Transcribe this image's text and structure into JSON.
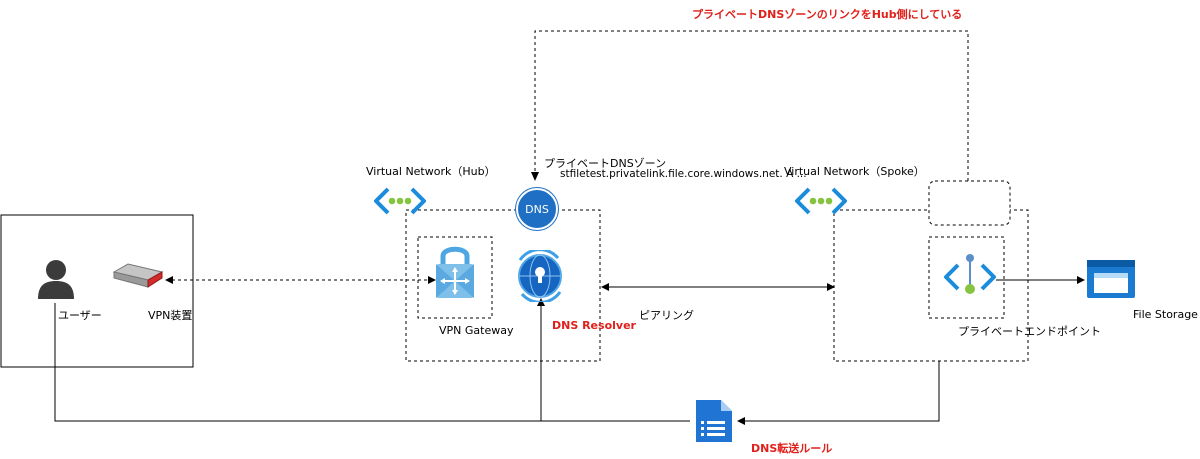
{
  "notes": {
    "top_annotation": "プライベートDNSゾーンのリンクをHub側にしている",
    "dns_resolver": "DNS Resolver",
    "forwarding_rule": "DNS転送ルール"
  },
  "labels": {
    "vnet_hub": "Virtual Network（Hub）",
    "vnet_spoke": "Virtual Network（Spoke）",
    "private_dns_zone_title": "プライベートDNSゾーン",
    "private_dns_zone_record": "stfiletest.privatelink.file.core.windows.net. A ...",
    "dns_badge": "DNS",
    "user": "ユーザー",
    "vpn_device": "VPN装置",
    "vpn_gateway": "VPN Gateway",
    "peering": "ピアリング",
    "private_endpoint": "プライベートエンドポイント",
    "file_storage": "File Storage"
  },
  "colors": {
    "annotation_red": "#e0201b",
    "azure_blue": "#0078d4",
    "vnet_green": "#86c440",
    "line": "#000000"
  }
}
